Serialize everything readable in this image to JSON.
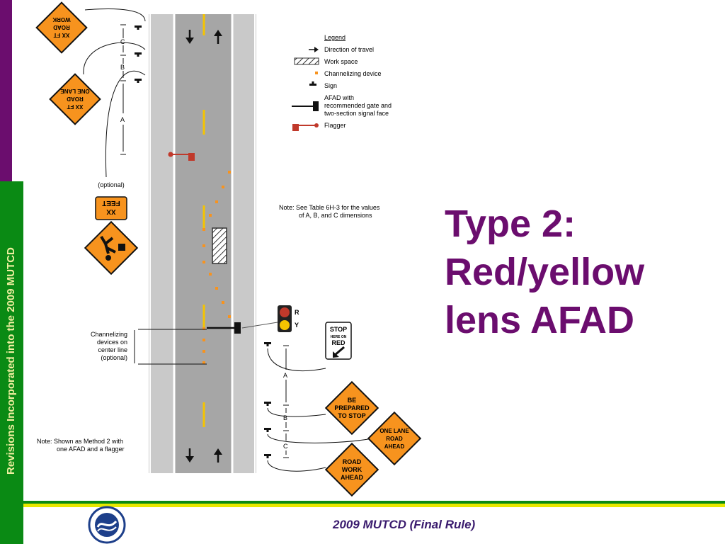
{
  "sidebar": {
    "text": "Revisions Incorporated into the 2009 MUTCD"
  },
  "title": {
    "line1": "Type 2:",
    "line2": "Red/yellow",
    "line3": "lens AFAD"
  },
  "footer": {
    "text": "2009 MUTCD (Final Rule)"
  },
  "legend": {
    "heading": "Legend",
    "items": [
      "Direction of travel",
      "Work space",
      "Channelizing device",
      "Sign"
    ],
    "afad_lines": [
      "AFAD with",
      "recommended gate and",
      "two-section signal face"
    ],
    "flagger": "Flagger"
  },
  "notes": {
    "table_lines": [
      "Note: See Table 6H-3 for the values",
      "of A, B, and C dimensions"
    ],
    "method_lines": [
      "Note: Shown as Method 2 with",
      "one AFAD and a flagger"
    ],
    "channelizing_lines": [
      "Channelizing",
      "devices on",
      "center line",
      "(optional)"
    ],
    "optional": "(optional)"
  },
  "dimensions": {
    "a": "A",
    "b": "B",
    "c": "C"
  },
  "signal": {
    "red": "R",
    "yellow": "Y"
  },
  "signs": {
    "top_road_work": [
      "XX FT",
      "ROAD",
      "WORK"
    ],
    "top_one_lane": [
      "XX FT",
      "ROAD",
      "ONE LANE"
    ],
    "xx_feet": [
      "XX",
      "FEET"
    ],
    "stop_here": [
      "STOP",
      "HERE ON",
      "RED"
    ],
    "be_prepared": [
      "BE",
      "PREPARED",
      "TO STOP"
    ],
    "one_lane_ahead": [
      "ONE LANE",
      "ROAD",
      "AHEAD"
    ],
    "road_work_ahead": [
      "ROAD",
      "WORK",
      "AHEAD"
    ]
  },
  "colors": {
    "purple": "#6b0d6e",
    "green": "#0a8a14",
    "orange": "#f7931e",
    "red": "#c0392b",
    "yellow": "#f5c400"
  }
}
